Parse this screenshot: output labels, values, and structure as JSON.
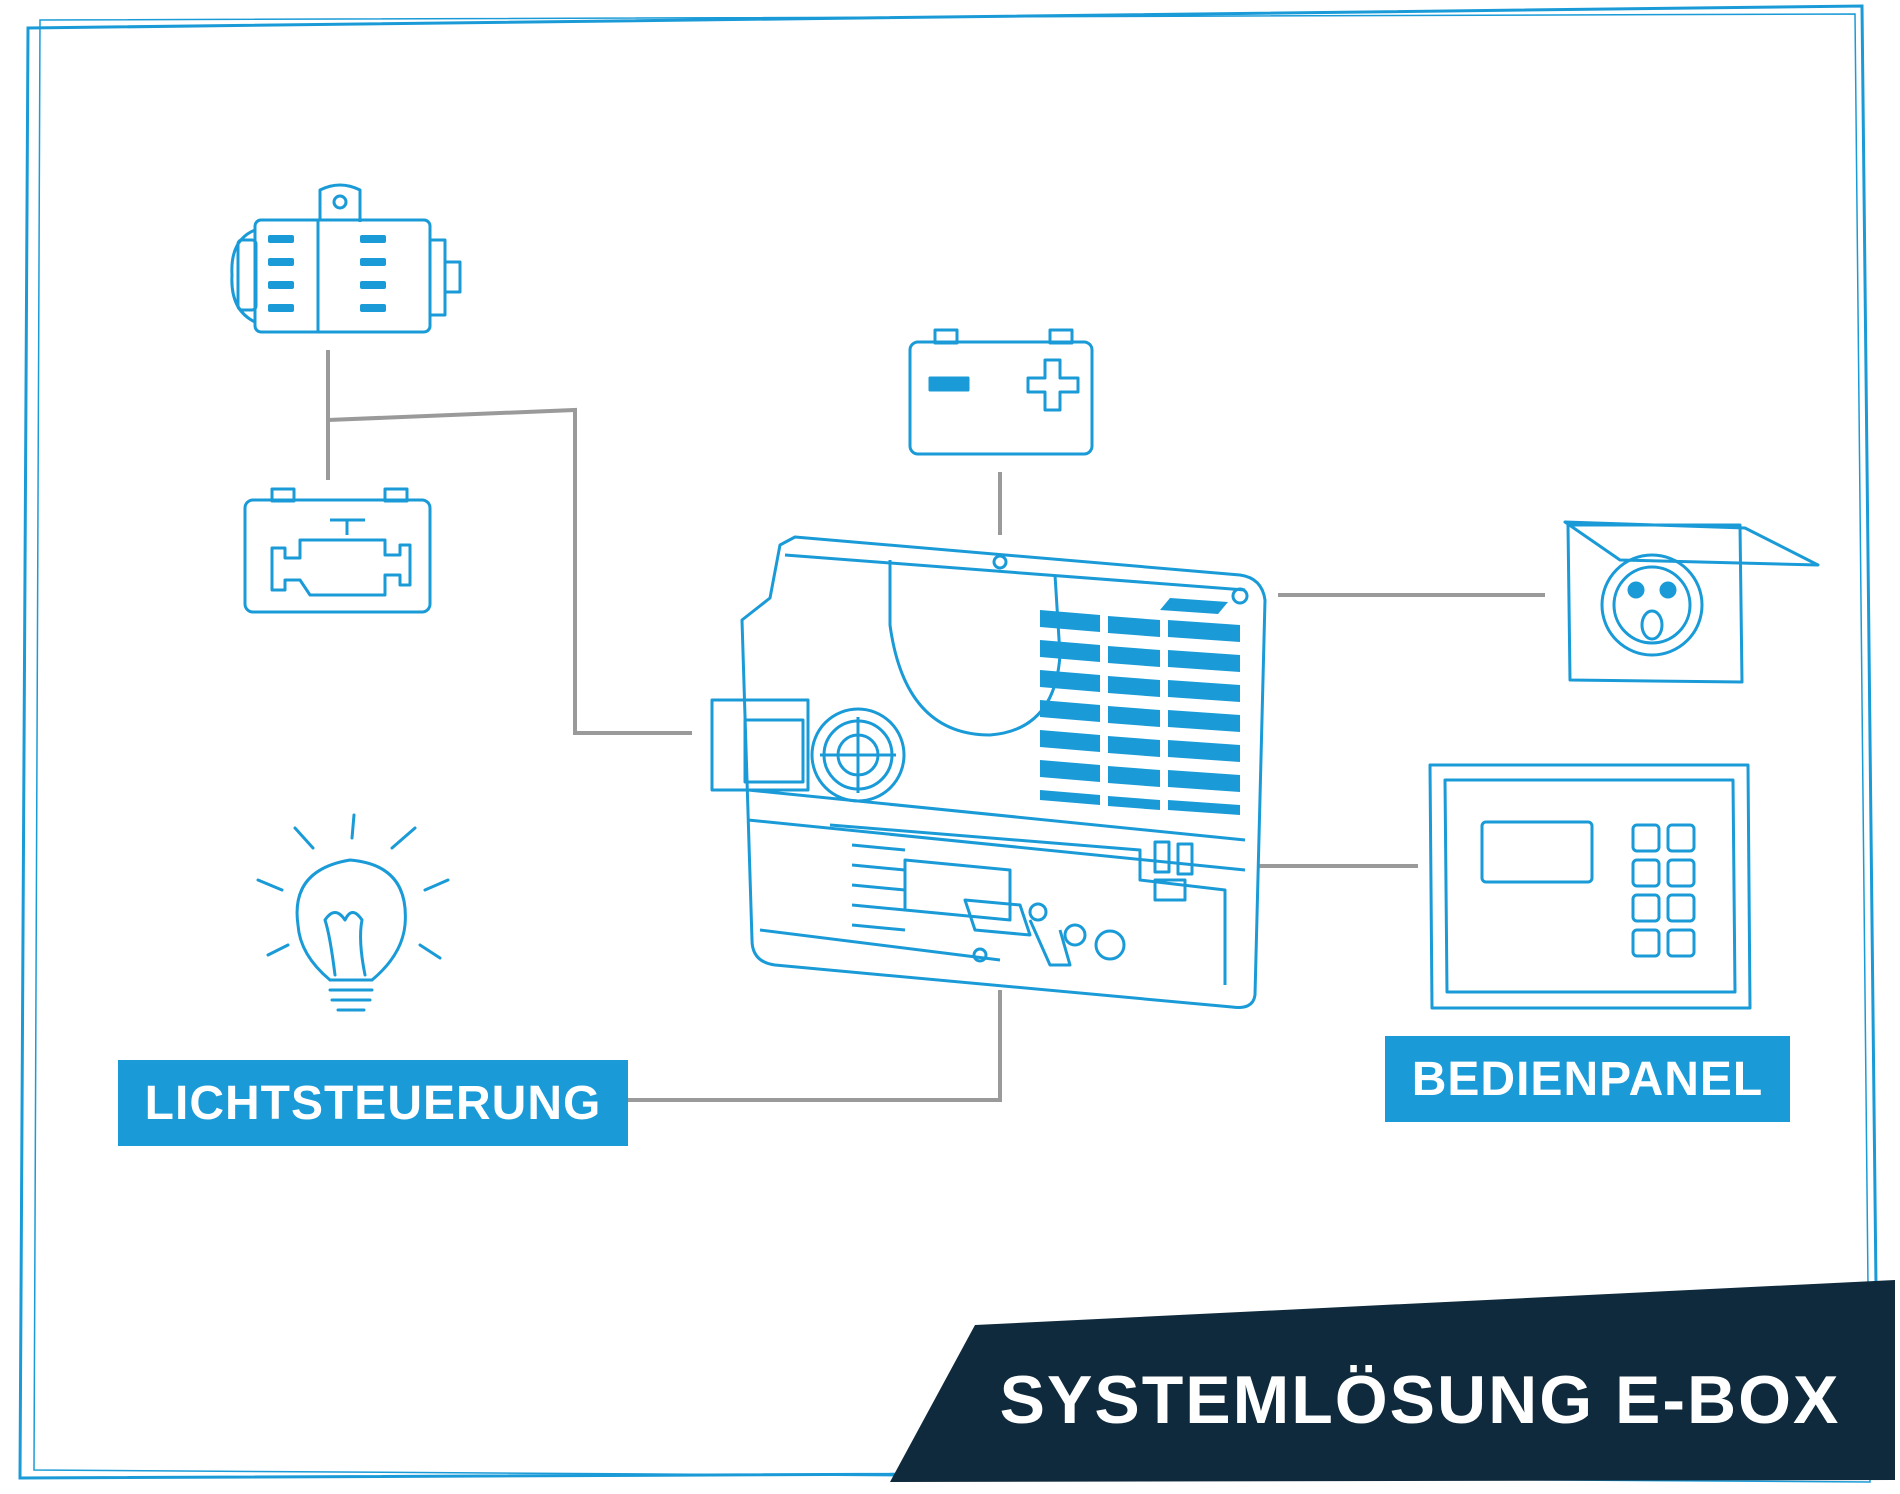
{
  "labels": {
    "lichtsteuerung": "LICHTSTEUERUNG",
    "bedienpanel": "BEDIENPANEL"
  },
  "title": "SYSTEMLÖSUNG E-BOX",
  "icons": {
    "alternator": "alternator-icon",
    "engine_battery": "engine-battery-icon",
    "battery": "battery-icon",
    "power_socket": "power-socket-icon",
    "control_panel": "control-panel-icon",
    "light_bulb": "light-bulb-icon",
    "ebox": "ebox-unit-icon"
  },
  "colors": {
    "accent": "#1a9bd7",
    "line": "#9a9a9a",
    "title_band": "#0f2a3c",
    "frame": "#1a9bd7"
  }
}
